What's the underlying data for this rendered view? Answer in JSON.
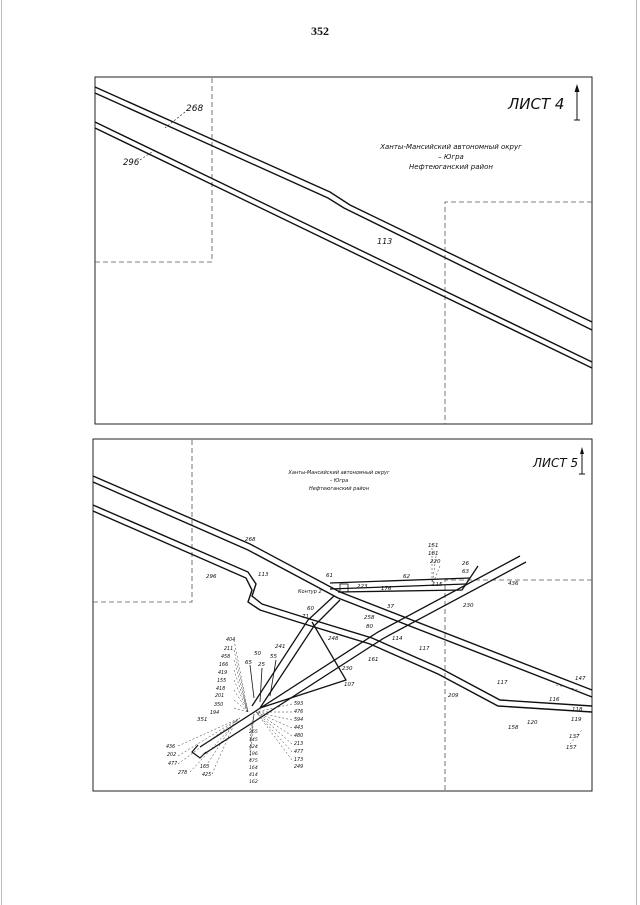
{
  "page_number": "352",
  "sheet4": {
    "title": "ЛИСТ 4",
    "region_lines": [
      "Ханты-Мансийский автономный округ",
      "– Югра",
      "Нефтеюганский район"
    ],
    "labels": {
      "road_top": "268",
      "road_bottom": "296",
      "parcel": "113"
    }
  },
  "sheet5": {
    "title": "ЛИСТ 5",
    "region_lines": [
      "Ханты-Мансийский автономный округ",
      "– Югра",
      "Нефтеюганский район"
    ],
    "contour_label": "Контур 2",
    "labels": {
      "road_top": "268",
      "road_bottom": "296",
      "p113": "113",
      "p61": "61",
      "p62": "62",
      "p63": "63",
      "p26": "26",
      "p436": "436",
      "p223": "223",
      "p176": "176",
      "p115": "115",
      "p220": "220",
      "p181": "181",
      "p151": "151",
      "p60": "60",
      "p71": "71",
      "p37": "37",
      "p258": "258",
      "p80": "80",
      "p114": "114",
      "p2481": "248",
      "p117a": "117",
      "p117b": "117",
      "p107": "107",
      "p2301": "230",
      "p161": "161",
      "p209": "209",
      "p116": "116",
      "p118": "118",
      "p119": "119",
      "p120": "120",
      "p137": "137",
      "p157": "157",
      "p158": "158",
      "p147": "147",
      "p50": "50",
      "p65": "65",
      "p25": "25",
      "p55": "55",
      "p241": "241",
      "p351": "351"
    },
    "left_callouts": [
      "404",
      "211",
      "458",
      "166",
      "419",
      "155",
      "418",
      "201",
      "350",
      "194"
    ],
    "bottom_left_callouts": [
      "436",
      "202",
      "477",
      "278"
    ],
    "bottom_callouts": [
      "163",
      "425"
    ],
    "right_callouts": [
      "593",
      "476",
      "594",
      "443",
      "480",
      "213",
      "477",
      "173",
      "249"
    ],
    "middle_callouts": [
      "265",
      "145",
      "424",
      "196",
      "475",
      "164",
      "414",
      "162"
    ]
  },
  "colors": {
    "ink": "#111111",
    "frame": "#222222",
    "dashed": "#555555"
  }
}
